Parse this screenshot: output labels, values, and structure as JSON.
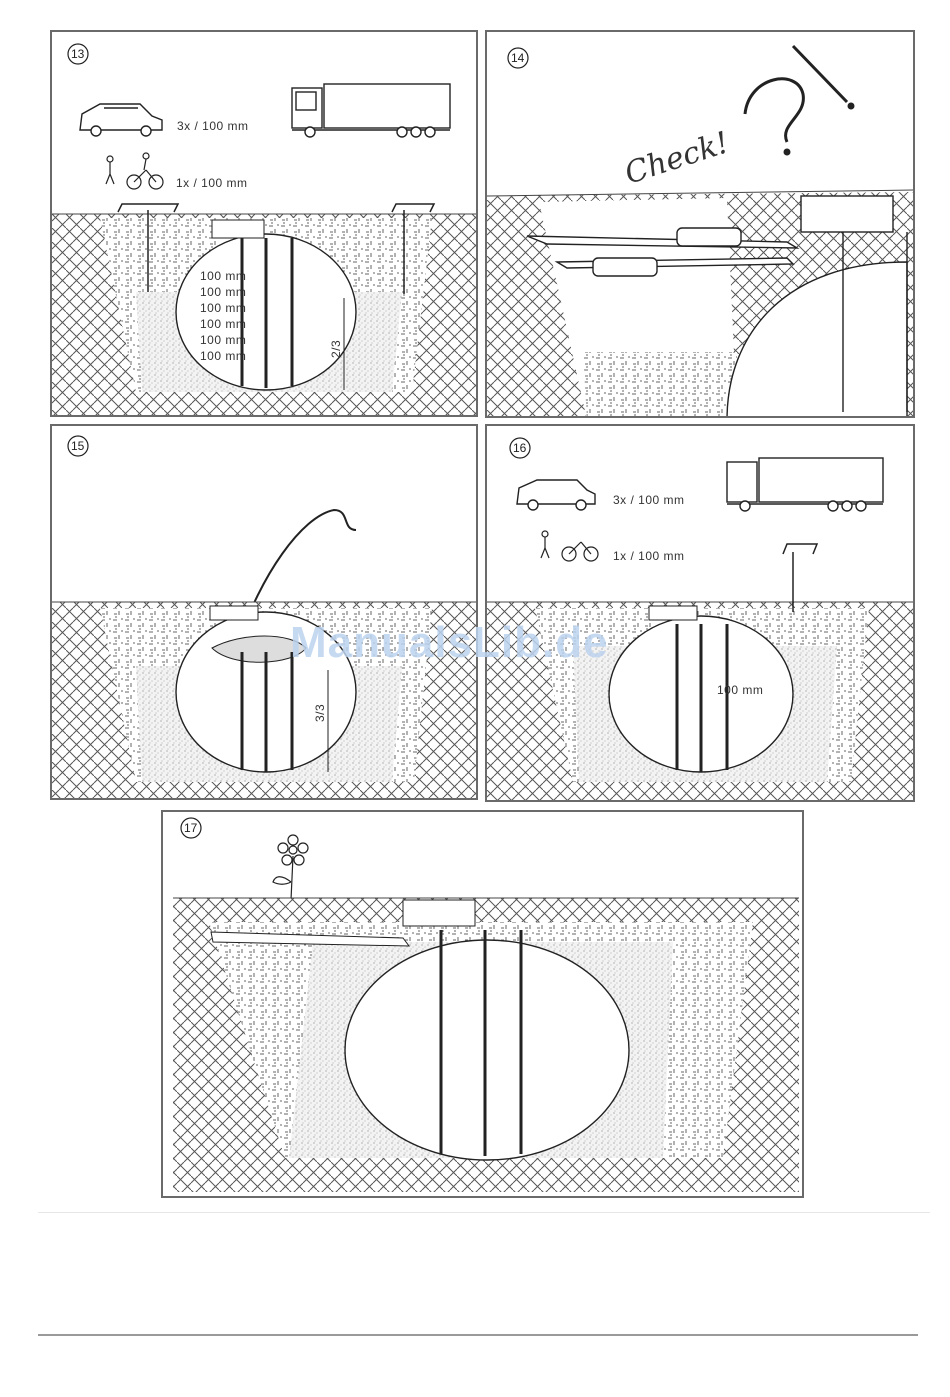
{
  "panels": [
    {
      "id": "13",
      "number": "⑬",
      "labels": {
        "vehicles": "3x / 100 mm",
        "pedestrians": "1x / 100 mm",
        "layers": [
          "100 mm",
          "100 mm",
          "100 mm",
          "100 mm",
          "100 mm",
          "100 mm"
        ],
        "fill_level": "2/3"
      }
    },
    {
      "id": "14",
      "number": "⑭",
      "labels": {
        "check": "Check!"
      }
    },
    {
      "id": "15",
      "number": "⑮",
      "labels": {
        "fill_level": "3/3"
      }
    },
    {
      "id": "16",
      "number": "⑯",
      "labels": {
        "vehicles": "3x / 100 mm",
        "pedestrians": "1x / 100 mm",
        "layer": "100 mm"
      }
    },
    {
      "id": "17",
      "number": "⑰",
      "labels": {}
    }
  ],
  "watermark": "ManualsLib.de",
  "colors": {
    "frame": "#6a6a6a",
    "ink": "#333333",
    "watermark": "#bcd3ef"
  }
}
